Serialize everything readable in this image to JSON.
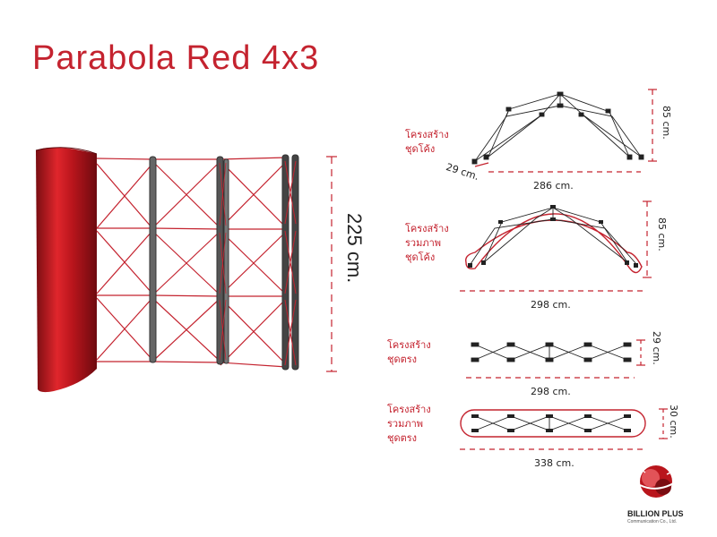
{
  "title": "Parabola Red 4x3",
  "height_label": "225 cm.",
  "diagrams": [
    {
      "label_lines": [
        "โครงสร้าง",
        "ชุดโค้ง"
      ],
      "width_label": "286 cm.",
      "depth_label": "85 cm.",
      "offset_label": "29 cm."
    },
    {
      "label_lines": [
        "โครงสร้าง",
        "รวมภาพ",
        "ชุดโค้ง"
      ],
      "width_label": "298 cm.",
      "depth_label": "85 cm."
    },
    {
      "label_lines": [
        "โครงสร้าง",
        "ชุดตรง"
      ],
      "width_label": "298 cm.",
      "depth_label": "29 cm."
    },
    {
      "label_lines": [
        "โครงสร้าง",
        "รวมภาพ",
        "ชุดตรง"
      ],
      "width_label": "338 cm.",
      "depth_label": "30 cm."
    }
  ],
  "brand": {
    "name": "BILLION PLUS",
    "tagline": "Communication Co., Ltd.",
    "colors": {
      "red": "#c4232f",
      "dark": "#333333"
    }
  }
}
